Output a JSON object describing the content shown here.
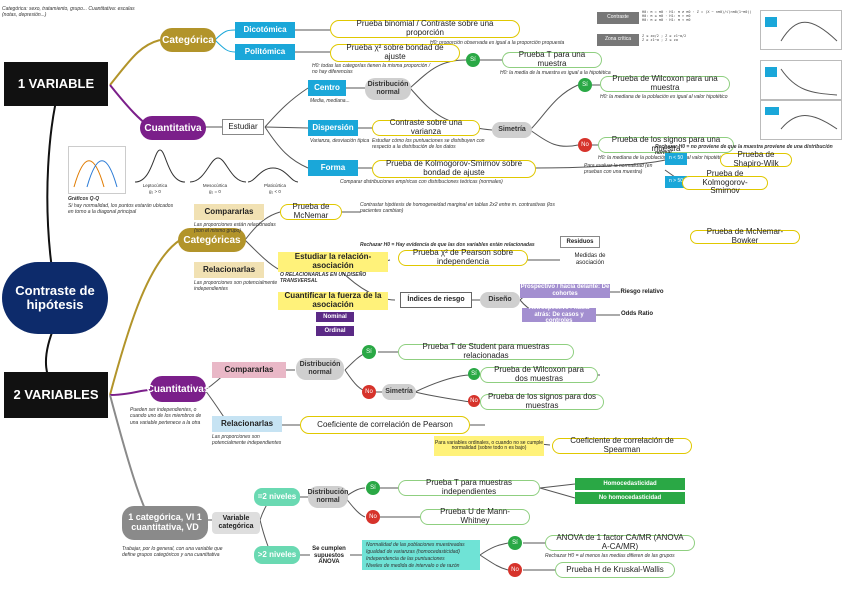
{
  "top_left_note": "Categórica: sexo, tratamiento, grupo... Cuantitativa: escalas (notas, depresión...)",
  "one_var": {
    "title": "1 VARIABLE",
    "categorica": "Categórica",
    "dicotomica": "Dicotómica",
    "politomica": "Politómica",
    "binomial": "Prueba binomial / Contraste sobre una proporción",
    "binomial_note": "H0: proporción observada es igual a la proporción propuesta",
    "chi_ajuste": "Prueba χ² sobre bondad de ajuste",
    "chi_note": "H0: todas las categorías tienen la misma proporción / no hay diferencias",
    "cuantitativa": "Cuantitativa",
    "estudiar": "Estudiar",
    "centro": "Centro",
    "centro_sub": "Media, mediana...",
    "dispersion": "Dispersión",
    "dispersion_sub": "Varianza, desviación típica",
    "forma": "Forma",
    "dist_normal": "Distribución normal",
    "simetria": "Simetría",
    "si": "Sí",
    "no": "No",
    "t_una": "Prueba T para una muestra",
    "t_una_note": "H0: la media de la muestra es igual a la hipotética",
    "wilcoxon_una": "Prueba de Wilcoxon para una muestra",
    "wilcoxon_una_note": "H0: la mediana de la población es igual al valor hipotético",
    "signos_una": "Prueba de los signos para una muestra",
    "signos_una_note": "H0: la mediana de la población es igual al valor hipotético",
    "varianza": "Contraste sobre una varianza",
    "varianza_note": "Estudiar cómo los puntuaciones se distribuyen con respecto a la distribución de los datos",
    "ks": "Prueba de Kolmogorov-Smirnov sobre bondad de ajuste",
    "ks_note": "Comparar distribuciones empíricas con distribuciones teóricas (normales)",
    "normalidad_note": "Para evaluar la normalidad (en pruebas con una muestra)",
    "rechazar_h0": "Rechazar H0 = no proviene de que la muestra proviene de una distribución normal",
    "n_menor": "n < 50",
    "n_mayor": "n > 50",
    "shapiro": "Prueba de Shapiro-Wilk",
    "kolmo": "Prueba de Kolmogorov-Smirnov",
    "contraste_tag": "Contraste",
    "zona_critica_tag": "Zona crítica",
    "graficos_qq": "Gráficos Q-Q",
    "graficos_note": "Si hay normalidad, los puntos estarán ubicados en torno a la diagonal principal",
    "curve_labels": [
      "Leptocúrtica",
      "Mesocúrtica",
      "Platicúrtica"
    ],
    "curve_vals": [
      "g₂ > 0",
      "g₂ = 0",
      "g₂ < 0"
    ]
  },
  "center": {
    "title": "Contraste de hipótesis"
  },
  "two_var": {
    "title": "2 VARIABLES",
    "categoricas": "Categóricas",
    "cat_note": "Las proporciones están relacionadas (son el mismo grupo)",
    "comparar": "Compararlas",
    "mcnemar": "Prueba de McNemar",
    "mcnemar_note": "Contrastar hipótesis de homogeneidad marginal en tablas 2x2 entre m. contrastivas (los pacientes cambian)",
    "relacionarlas": "Relacionarlas",
    "rel_note": "Las proporciones son potencialmente independientes",
    "estudiar_rel": "Estudiar la relación-asociación",
    "estudio_sub": "O RELACIONARLAS EN UN DISEÑO TRANSVERSAL",
    "chi_indep": "Prueba χ² de Pearson sobre independencia",
    "chi_indep_note": "Rechazar H0 = Hay evidencia de que las dos variables están relacionadas",
    "residuos": "Residuos",
    "medidas": "Medidas de asociación",
    "cuantificar": "Cuantificar la fuerza de la asociación",
    "indices": "Índices de riesgo",
    "diseno": "Diseño",
    "prospectivo": "Prospectivo / hacia delante: De cohortes",
    "retrospectivo": "Retrospectivo / hacia atrás: De casos y controles",
    "riesgo_rel": "Riesgo relativo",
    "odds": "Odds Ratio",
    "mcnemar_bowker": "Prueba de McNemar-Bowker",
    "cuantitativas": "Cuantitativas",
    "cuant_note": "Pueden ser independientes, o cuando uno de los miembros de una variable pertenece a la otra",
    "comparar2": "Compararlas",
    "dist_normal2": "Distribución normal",
    "simetria2": "Simetría",
    "t_rel": "Prueba T de Student para muestras relacionadas",
    "wilcoxon_dos": "Prueba de Wilcoxon para dos muestras",
    "signos_dos": "Prueba de los signos para dos muestras",
    "relacionarlas2": "Relacionarlas",
    "rel2_note": "Las proporciones son potencialmente independientes",
    "pearson": "Coeficiente de correlación de Pearson",
    "spearman": "Coeficiente de correlación de Spearman",
    "ordinales_note": "Para variables ordinales, o cuando no se cumple normalidad (sobre todo n es bajo)",
    "mixta": "1 categórica, VI 1 cuantitativa, VD",
    "mixta_note": "Trabajar, por lo general, con una variable que define grupos categóricos y una cuantitativa",
    "variable_cat": "Variable categórica",
    "dos_niveles": "=2 niveles",
    "mas_niveles": ">2 niveles",
    "dist_normal3": "Distribución normal",
    "t_indep": "Prueba T para muestras independientes",
    "mann": "Prueba U de Mann-Whitney",
    "homocedasticidad": "Homocedasticidad",
    "no_homocedasticidad": "No homocedasticidad",
    "supuestos": "Se cumplen supuestos ANOVA",
    "supuestos_list": [
      "Normalidad de las poblaciones muestreadas",
      "Igualdad de varianzas (homocedasticidad)",
      "Independencia de las puntuaciones",
      "Niveles de medida de intervalo o de razón"
    ],
    "anova": "ANOVA de 1 factor CA/MR (ANOVA A-CA/MR)",
    "kruskal": "Prueba H de Kruskal-Wallis",
    "anova_note": "Rechazar H0 = al menos las medias difieren de las grupos"
  },
  "colors": {
    "black": "#111111",
    "navy": "#0d2b6b",
    "olive": "#b2942a",
    "purple": "#7b1f8a",
    "gray": "#8a8a8a",
    "cyan": "#1aa7d9",
    "yellow": "#fff27a",
    "green": "#2aa845",
    "red": "#d6332b"
  }
}
